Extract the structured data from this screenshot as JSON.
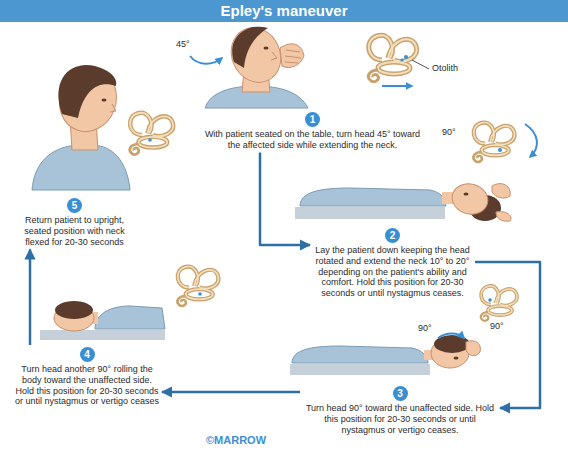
{
  "diagram": {
    "title": "Epley's maneuver",
    "nodes": [
      {
        "text": [
          "1",
          "With patient seated on the table, turn head 45° toward the affected side while extending the neck."
        ]
      },
      {
        "text": [
          "2",
          "Lay the patient down keeping the head rotated and extend the neck 10° to 20° depending on the patient's ability and comfort. Hold this position for 20-30 seconds or until nystagmus ceases."
        ]
      },
      {
        "text": [
          "3",
          "Turn head 90° toward the unaffected side. Hold this position for 20-30 seconds or until nystagmus or vertigo ceases."
        ]
      },
      {
        "text": [
          "4",
          "Turn head another 90° rolling the body toward the unaffected side. Hold this position for 20-30 seconds or until nystagmus or vertigo ceases"
        ]
      },
      {
        "text": [
          "5",
          "Return patient to upright, seated position with neck flexed for 20-30 seconds"
        ]
      }
    ],
    "edges": [
      {
        "from": 0,
        "to": 1,
        "arrow": "to"
      },
      {
        "from": 1,
        "to": 2,
        "arrow": "to"
      },
      {
        "from": 2,
        "to": 3,
        "arrow": "to"
      },
      {
        "from": 3,
        "to": 4,
        "arrow": "to"
      }
    ],
    "labels": [
      "45°",
      "Otolith",
      "90°",
      "90°",
      "90°",
      "©MARROW"
    ]
  }
}
